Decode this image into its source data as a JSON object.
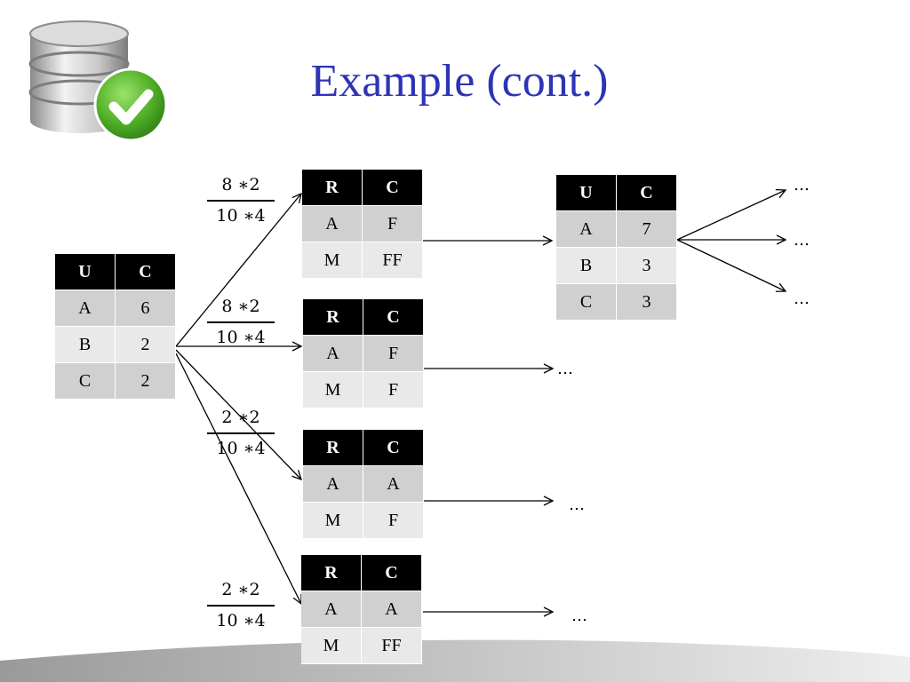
{
  "slide": {
    "title": "Example (cont.)",
    "logo_icon": "database-check-icon"
  },
  "tables": {
    "source": {
      "headers": [
        "U",
        "C"
      ],
      "rows": [
        [
          "A",
          "6"
        ],
        [
          "B",
          "2"
        ],
        [
          "C",
          "2"
        ]
      ]
    },
    "branch1": {
      "headers": [
        "R",
        "C"
      ],
      "rows": [
        [
          "A",
          "F"
        ],
        [
          "M",
          "FF"
        ]
      ]
    },
    "branch2": {
      "headers": [
        "R",
        "C"
      ],
      "rows": [
        [
          "A",
          "F"
        ],
        [
          "M",
          "F"
        ]
      ]
    },
    "branch3": {
      "headers": [
        "R",
        "C"
      ],
      "rows": [
        [
          "A",
          "A"
        ],
        [
          "M",
          "F"
        ]
      ]
    },
    "branch4": {
      "headers": [
        "R",
        "C"
      ],
      "rows": [
        [
          "A",
          "A"
        ],
        [
          "M",
          "FF"
        ]
      ]
    },
    "result": {
      "headers": [
        "U",
        "C"
      ],
      "rows": [
        [
          "A",
          "7"
        ],
        [
          "B",
          "3"
        ],
        [
          "C",
          "3"
        ]
      ]
    }
  },
  "fractions": [
    {
      "numerator": "8 ∗2",
      "denominator": "10 ∗4"
    },
    {
      "numerator": "8 ∗2",
      "denominator": "10 ∗4"
    },
    {
      "numerator": "2 ∗2",
      "denominator": "10 ∗4"
    },
    {
      "numerator": "2 ∗2",
      "denominator": "10 ∗4"
    }
  ],
  "ellipses": [
    "…",
    "…",
    "…",
    "…",
    "…",
    "…"
  ],
  "colors": {
    "title": "#2e34b4",
    "header_bg": "#000000",
    "row_dark": "#d0d0d0",
    "row_light": "#e9e9e9",
    "check_green": "#5fb832"
  }
}
